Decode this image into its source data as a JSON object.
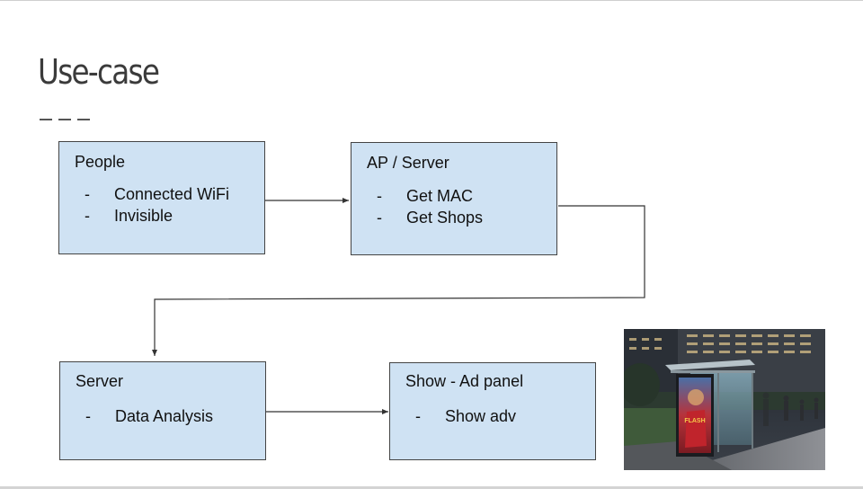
{
  "slide": {
    "title": "Use-case"
  },
  "diagram": {
    "boxes": [
      {
        "id": "people",
        "title": "People",
        "items": [
          "Connected WiFi",
          "Invisible"
        ]
      },
      {
        "id": "ap_server",
        "title": "AP / Server",
        "items": [
          "Get MAC",
          "Get Shops"
        ]
      },
      {
        "id": "server",
        "title": "Server",
        "items": [
          "Data Analysis"
        ]
      },
      {
        "id": "show",
        "title": "Show - Ad panel",
        "items": [
          "Show adv"
        ]
      }
    ],
    "bullet": "-",
    "connections": [
      {
        "from": "people",
        "to": "ap_server"
      },
      {
        "from": "ap_server",
        "to": "server"
      },
      {
        "from": "server",
        "to": "show"
      }
    ],
    "colors": {
      "box_fill": "#cfe2f3",
      "box_border": "#444444",
      "connector": "#333333"
    }
  },
  "photo": {
    "subject": "bus-shelter-digital-ad-panel",
    "ad_poster_wordmark": "FLASH"
  }
}
